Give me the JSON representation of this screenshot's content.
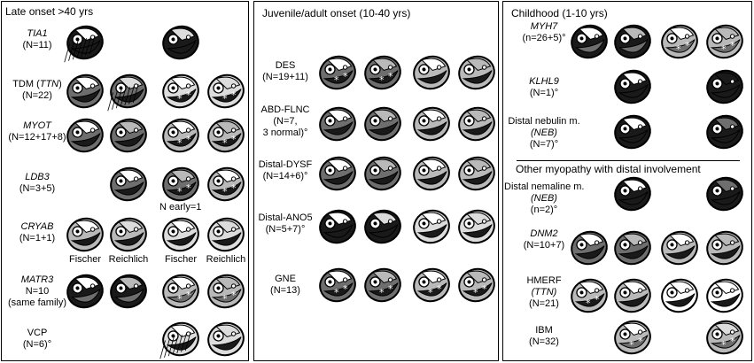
{
  "panels": [
    {
      "title": "Late onset >40 yrs",
      "rows": [
        {
          "lines": [
            {
              "t": "TIA1",
              "i": true
            },
            {
              "t": "(N=11)"
            }
          ],
          "n": 2,
          "pattern": "tia1"
        },
        {
          "lines": [
            {
              "t": "TDM (TTN)",
              "mix": [
                "TDM (",
                {
                  "i": "TTN"
                },
                ")"
              ]
            },
            {
              "t": "(N=22)"
            }
          ],
          "n": 4,
          "pattern": "tdm"
        },
        {
          "lines": [
            {
              "t": "MYOT",
              "i": true
            },
            {
              "t": "(N=12+17+8)"
            }
          ],
          "n": 4,
          "pattern": "myot"
        },
        {
          "lines": [
            {
              "t": "LDB3",
              "i": true
            },
            {
              "t": "(N=3+5)"
            }
          ],
          "n": 3,
          "pattern": "ldb3",
          "note": "N early=1"
        },
        {
          "lines": [
            {
              "t": "CRYAB",
              "i": true
            },
            {
              "t": "(N=1+1)"
            }
          ],
          "n": 4,
          "pattern": "cryab",
          "captions": [
            "Fischer",
            "Reichlich",
            "Fischer",
            "Reichlich"
          ]
        },
        {
          "lines": [
            {
              "t": "MATR3",
              "i": true
            },
            {
              "t": "N=10"
            },
            {
              "t": "(same family)"
            }
          ],
          "n": 4,
          "pattern": "matr3"
        },
        {
          "lines": [
            {
              "t": "VCP"
            },
            {
              "t": "(N=6)°"
            }
          ],
          "n": 2,
          "pattern": "vcp"
        }
      ]
    },
    {
      "title": "Juvenile/adult onset (10-40 yrs)",
      "rows": [
        {
          "lines": [
            {
              "t": "DES"
            },
            {
              "t": "(N=19+11)"
            }
          ],
          "n": 4,
          "pattern": "des"
        },
        {
          "lines": [
            {
              "t": "ABD-FLNC"
            },
            {
              "t": "(N=7,"
            },
            {
              "t": "3 normal)°"
            }
          ],
          "n": 4,
          "pattern": "flnc"
        },
        {
          "lines": [
            {
              "t": "Distal-DYSF"
            },
            {
              "t": "(N=14+6)°"
            }
          ],
          "n": 4,
          "pattern": "dysf"
        },
        {
          "lines": [
            {
              "t": "Distal-ANO5"
            },
            {
              "t": "(N=5+7)°"
            }
          ],
          "n": 4,
          "pattern": "ano5"
        },
        {
          "lines": [
            {
              "t": "GNE"
            },
            {
              "t": "(N=13)"
            }
          ],
          "n": 4,
          "pattern": "gne"
        }
      ]
    },
    {
      "title": "Childhood (1-10 yrs)",
      "subtitle": "Other myopathy with distal involvement",
      "rows": [
        {
          "lines": [
            {
              "t": "MYH7",
              "i": true
            },
            {
              "t": "(n=26+5)°"
            }
          ],
          "n": 4,
          "pattern": "myh7"
        },
        {
          "lines": [
            {
              "t": "KLHL9",
              "i": true
            },
            {
              "t": "(N=1)°"
            }
          ],
          "n": 2,
          "pattern": "klhl9"
        },
        {
          "lines": [
            {
              "t": "Distal nebulin m."
            },
            {
              "t": "(NEB)",
              "i": true
            },
            {
              "t": "(N=7)°"
            }
          ],
          "n": 2,
          "pattern": "neb"
        },
        {
          "lines": [
            {
              "t": "Distal nemaline m."
            },
            {
              "t": "(NEB)",
              "i": true
            },
            {
              "t": "(n=2)°"
            }
          ],
          "n": 2,
          "pattern": "nem"
        },
        {
          "lines": [
            {
              "t": "DNM2",
              "i": true
            },
            {
              "t": "(N=10+7)"
            }
          ],
          "n": 4,
          "pattern": "dnm2"
        },
        {
          "lines": [
            {
              "t": "HMERF"
            },
            {
              "t": "(TTN)",
              "i": true
            },
            {
              "t": "(N=21)"
            }
          ],
          "n": 4,
          "pattern": "hmerf"
        },
        {
          "lines": [
            {
              "t": "IBM"
            },
            {
              "t": "(N=32)"
            }
          ],
          "n": 2,
          "pattern": "ibm"
        }
      ]
    }
  ],
  "colors": {
    "dark": "#1a1a1a",
    "mid": "#6e6e6e",
    "light": "#b9b9b9",
    "pale": "#dcdcdc",
    "white": "#ffffff"
  },
  "icon": "leg-cross-section-icon"
}
